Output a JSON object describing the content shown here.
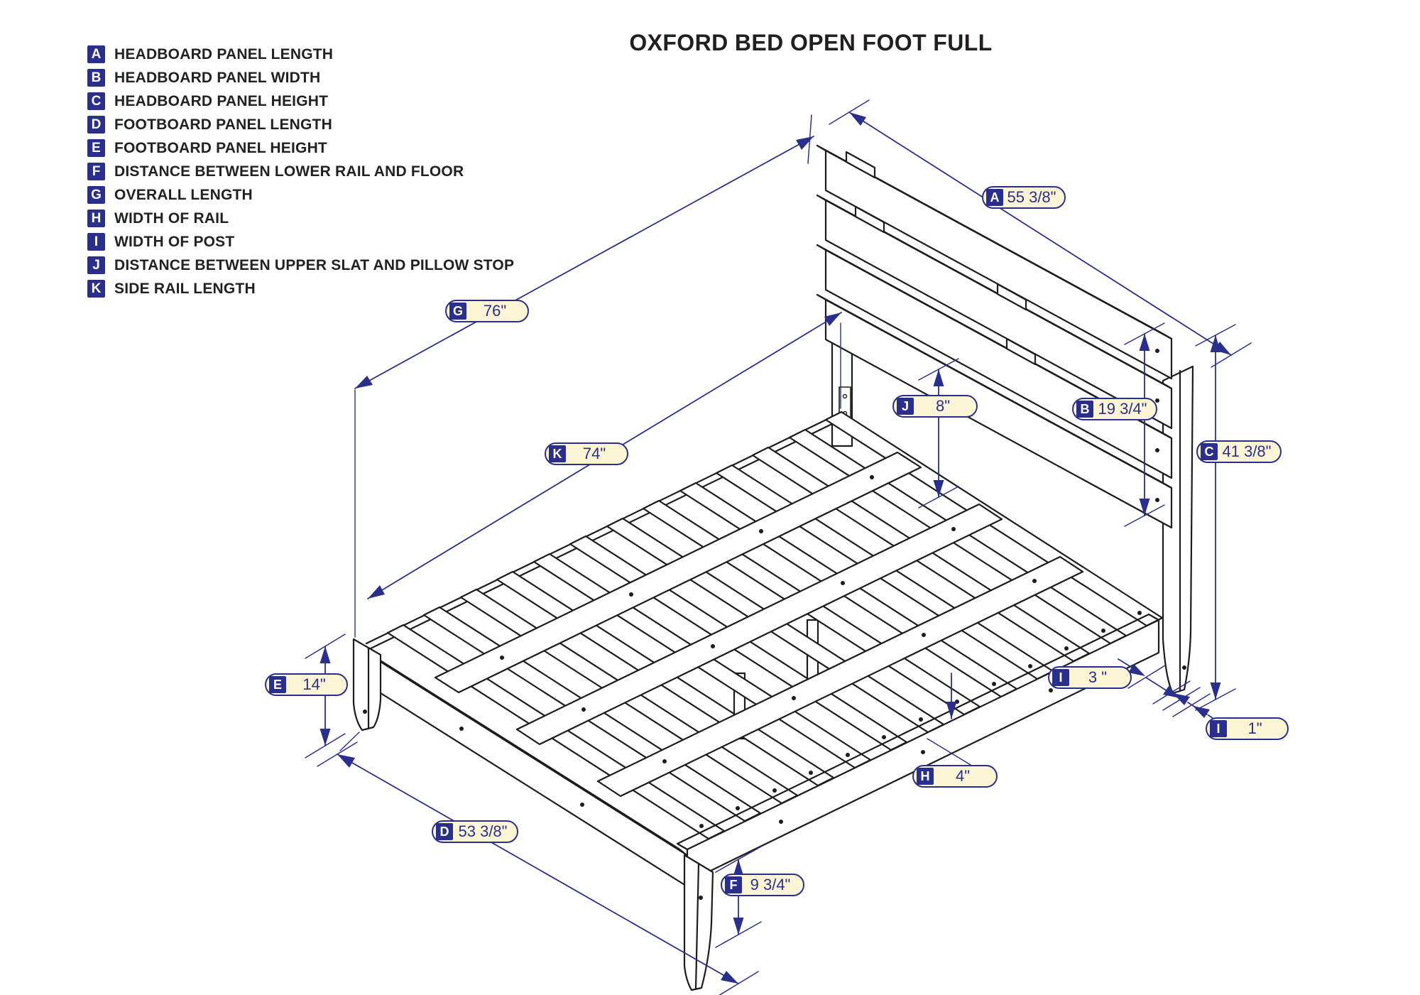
{
  "title": "OXFORD BED OPEN FOOT FULL",
  "colors": {
    "navy": "#2a2f8c",
    "cream": "#fbf5d6",
    "ink": "#231f20",
    "line": "#1c1c1c"
  },
  "legend": {
    "items": [
      {
        "letter": "A",
        "label": "HEADBOARD PANEL LENGTH"
      },
      {
        "letter": "B",
        "label": "HEADBOARD PANEL WIDTH"
      },
      {
        "letter": "C",
        "label": "HEADBOARD PANEL HEIGHT"
      },
      {
        "letter": "D",
        "label": "FOOTBOARD PANEL LENGTH"
      },
      {
        "letter": "E",
        "label": "FOOTBOARD PANEL HEIGHT"
      },
      {
        "letter": "F",
        "label": "DISTANCE BETWEEN LOWER RAIL AND FLOOR"
      },
      {
        "letter": "G",
        "label": "OVERALL LENGTH"
      },
      {
        "letter": "H",
        "label": "WIDTH OF RAIL"
      },
      {
        "letter": "I",
        "label": "WIDTH OF POST"
      },
      {
        "letter": "J",
        "label": "DISTANCE BETWEEN UPPER SLAT AND PILLOW STOP"
      },
      {
        "letter": "K",
        "label": "SIDE RAIL LENGTH"
      }
    ]
  },
  "dims": {
    "A": {
      "letter": "A",
      "value": "55 3/8\""
    },
    "G": {
      "letter": "G",
      "value": "76\""
    },
    "K": {
      "letter": "K",
      "value": "74\""
    },
    "J": {
      "letter": "J",
      "value": "8\""
    },
    "B": {
      "letter": "B",
      "value": "19 3/4\""
    },
    "C": {
      "letter": "C",
      "value": "41 3/8\""
    },
    "E": {
      "letter": "E",
      "value": "14\""
    },
    "D": {
      "letter": "D",
      "value": "53 3/8\""
    },
    "F": {
      "letter": "F",
      "value": "9 3/4\""
    },
    "H": {
      "letter": "H",
      "value": "4\""
    },
    "I3": {
      "letter": "I",
      "value": "3 \""
    },
    "I1": {
      "letter": "I",
      "value": "1\""
    }
  }
}
